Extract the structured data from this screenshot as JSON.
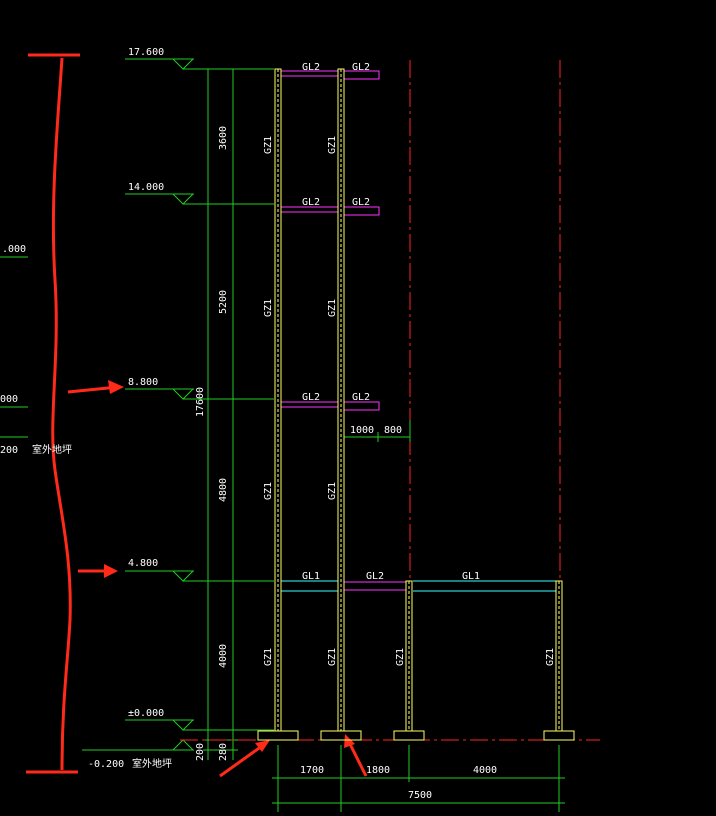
{
  "elevations": {
    "e17600": "17.600",
    "e14000": "14.000",
    "e8800": "8.800",
    "e4800": "4.800",
    "e0": "±0.000",
    "e_minus": "-0.200",
    "outdoor": "室外地坪",
    "left_cut_1": ".000",
    "left_cut_2": "000",
    "left_cut_3": "200",
    "left_cut_outdoor": "室外地坪"
  },
  "dims_vertical": {
    "d3600": "3600",
    "d5200": "5200",
    "d4800": "4800",
    "d4000": "4000",
    "d200": "200",
    "d200b": "280",
    "total": "17600"
  },
  "dims_horizontal": {
    "d1700": "1700",
    "d1800": "1800",
    "d4000": "4000",
    "total": "7500",
    "d1000": "1000",
    "d800": "800"
  },
  "beams": {
    "gl1": "GL1",
    "gl2": "GL2"
  },
  "columns": {
    "gz1": "GZ1"
  },
  "colors": {
    "background": "#000000",
    "column": "#ffff66",
    "beam_magenta": "#ff33ff",
    "beam_cyan": "#33ffff",
    "dim_green": "#22cc22",
    "axis_red": "#ff2222",
    "annotation_red": "#ff2a1a"
  }
}
